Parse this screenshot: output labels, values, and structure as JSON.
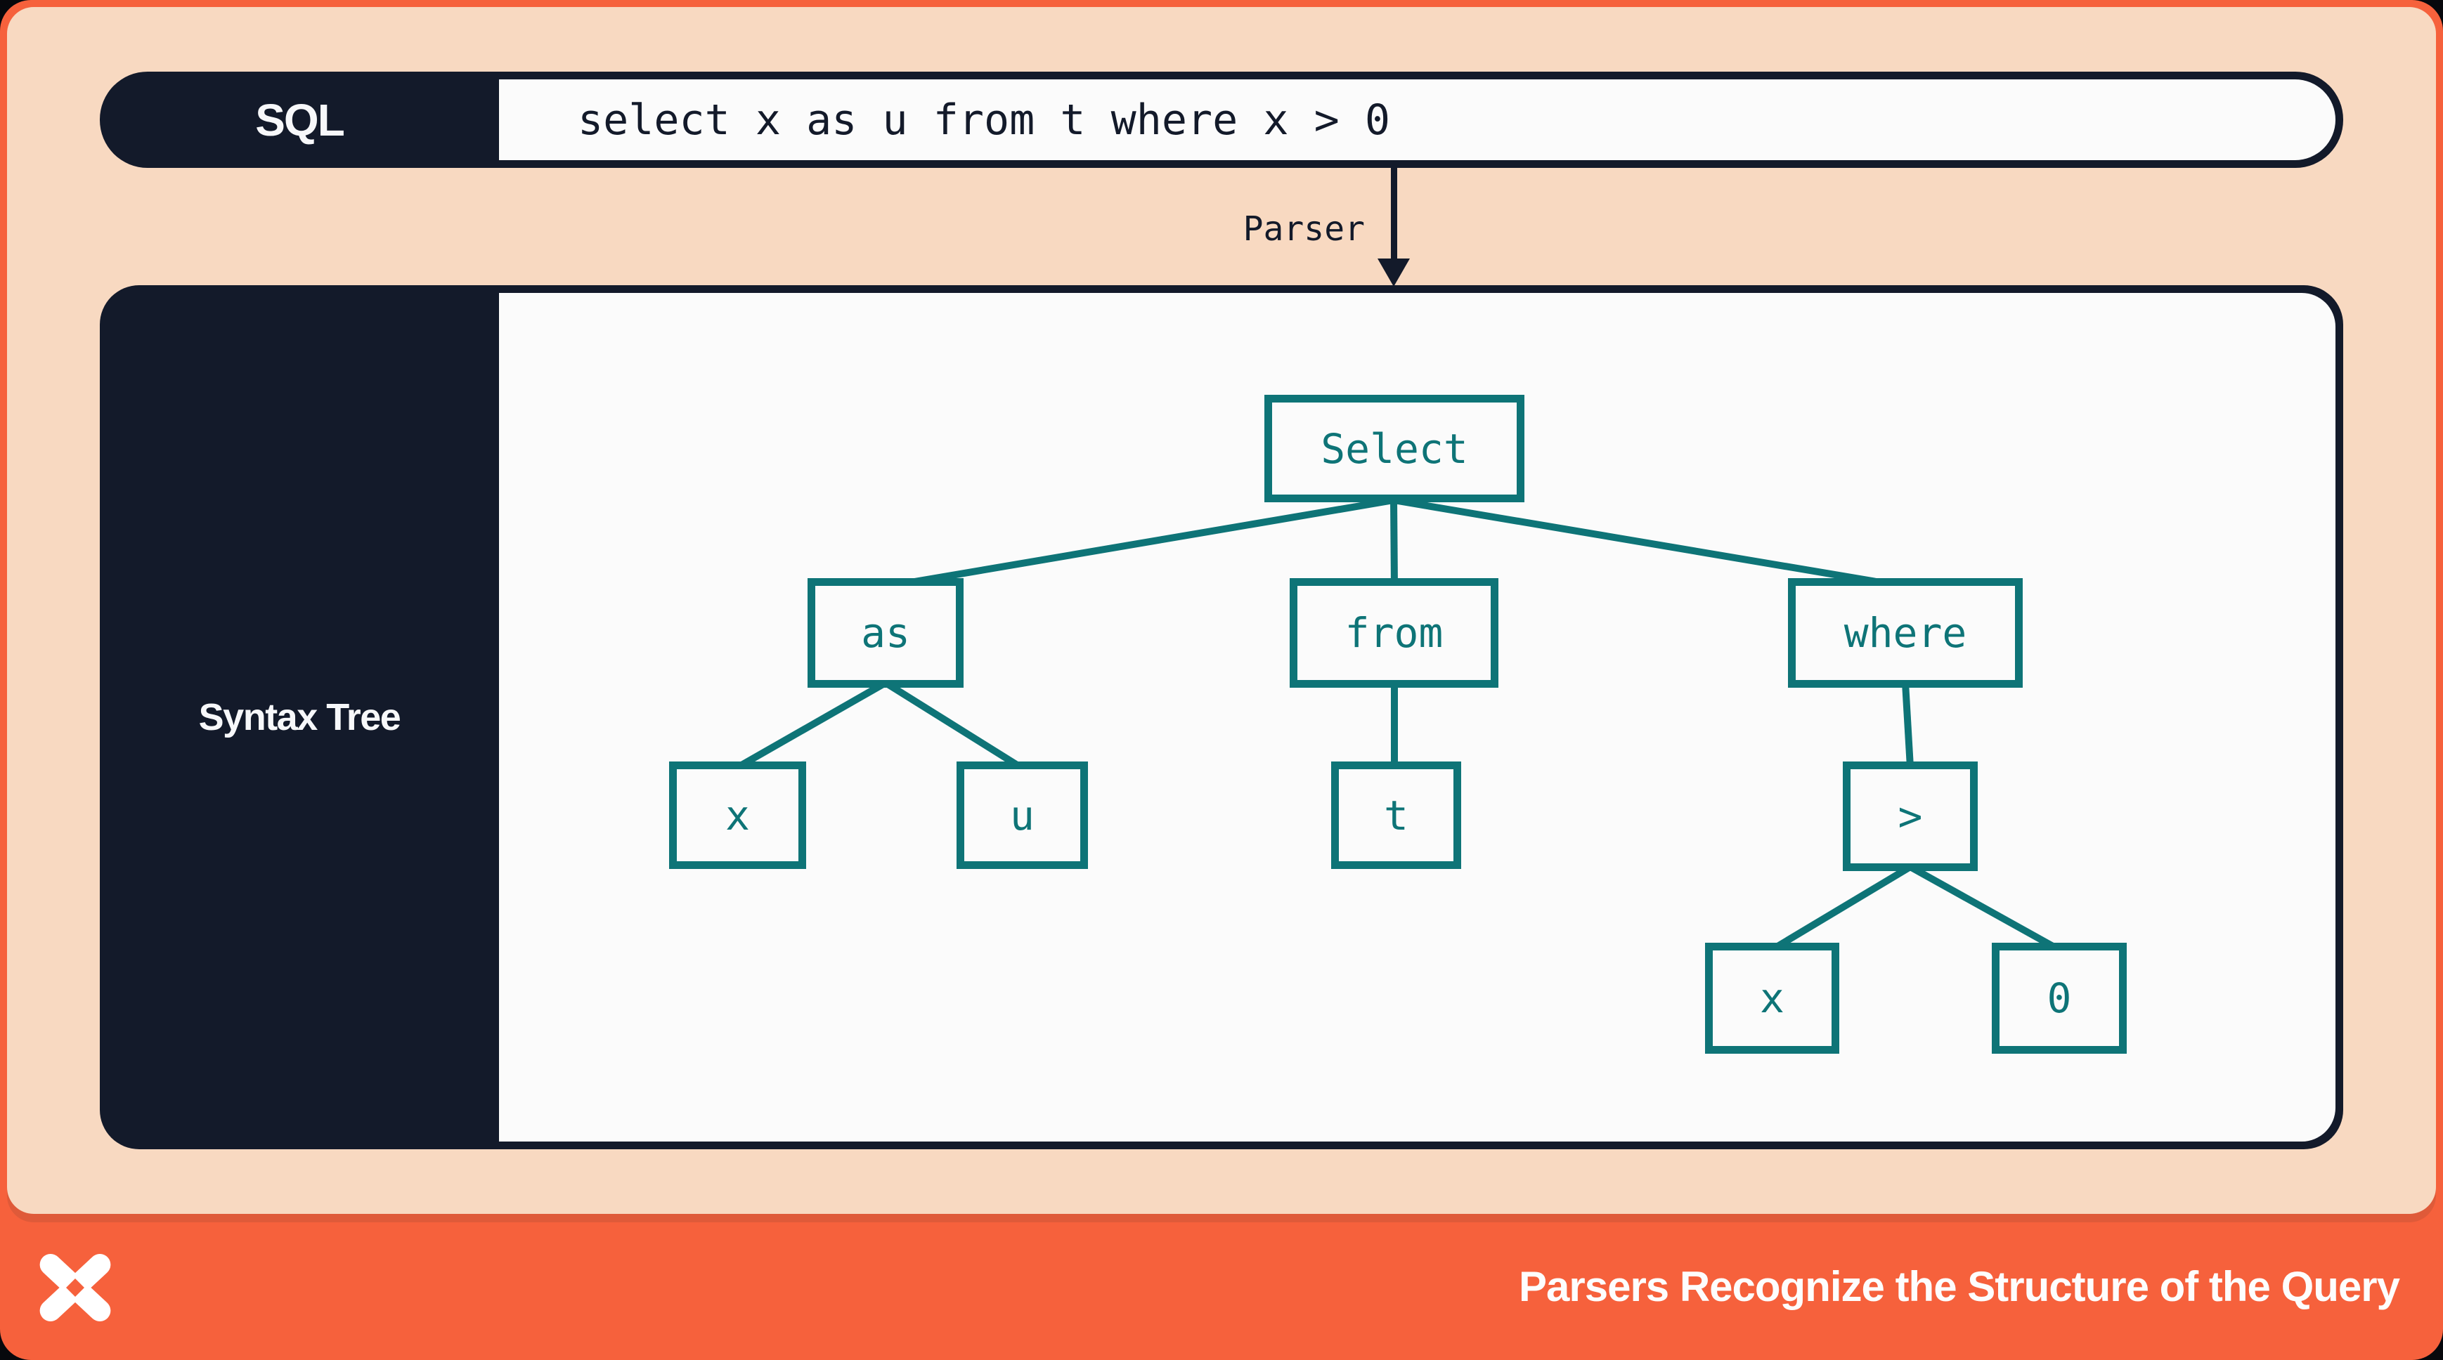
{
  "slide": {
    "sql_bar": {
      "label": "SQL",
      "query": "select x as u from t where x > 0"
    },
    "parser": {
      "label": "Parser"
    },
    "tree_panel": {
      "label": "Syntax Tree"
    },
    "tree": {
      "nodes": {
        "select": "Select",
        "as": "as",
        "from": "from",
        "where": "where",
        "x_alias": "x",
        "u": "u",
        "t": "t",
        "gt": ">",
        "x_cond": "x",
        "zero": "0"
      },
      "structure": {
        "root": "Select",
        "edges": [
          [
            "Select",
            "as"
          ],
          [
            "Select",
            "from"
          ],
          [
            "Select",
            "where"
          ],
          [
            "as",
            "x"
          ],
          [
            "as",
            "u"
          ],
          [
            "from",
            "t"
          ],
          [
            "where",
            ">"
          ],
          [
            ">",
            "x"
          ],
          [
            ">",
            "0"
          ]
        ]
      }
    },
    "footer": {
      "title": "Parsers Recognize the Structure of the Query"
    }
  },
  "icons": {
    "footer_logo": "x-pinwheel-logo"
  },
  "colors": {
    "coral": "#f6613c",
    "peach": "#f8d9c1",
    "navy": "#131a2a",
    "teal": "#0e7477",
    "panel_white": "#fbfbfb",
    "text_light": "#f7f8fa"
  }
}
